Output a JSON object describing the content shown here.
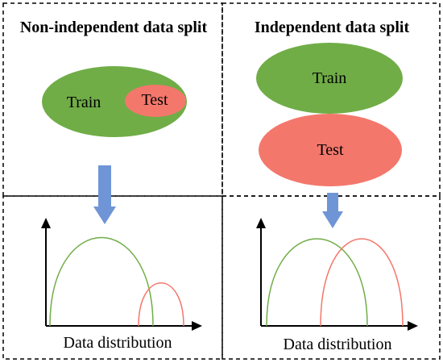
{
  "panels": {
    "left": {
      "title": "Non-independent data split",
      "train_label": "Train",
      "test_label": "Test",
      "axis_caption": "Data distribution"
    },
    "right": {
      "title": "Independent data split",
      "train_label": "Train",
      "test_label": "Test",
      "axis_caption": "Data distribution"
    }
  },
  "colors": {
    "train": "#70ad47",
    "test": "#f4776c",
    "arrow": "#6f95d6",
    "dashed_border": "#000000"
  },
  "icons": {
    "down_arrow": "down-arrow-icon"
  }
}
